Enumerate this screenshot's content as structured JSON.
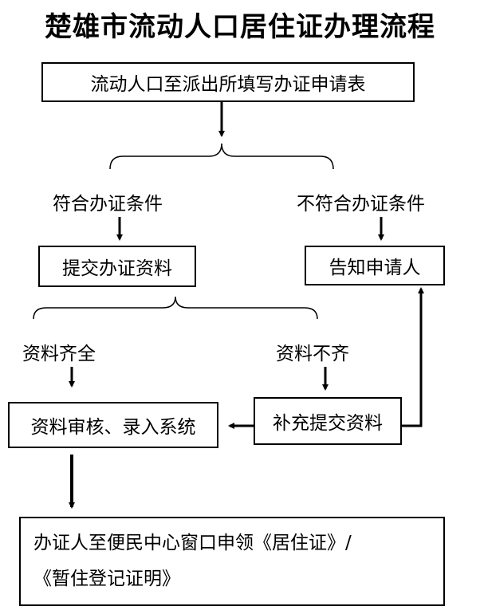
{
  "title": "楚雄市流动人口居住证办理流程",
  "steps": {
    "fill_form": "流动人口至派出所填写办证申请表",
    "meets": "符合办证条件",
    "not_meets": "不符合办证条件",
    "submit": "提交办证资料",
    "notify": "告知申请人",
    "complete": "资料齐全",
    "incomplete": "资料不齐",
    "review": "资料审核、录入系统",
    "supplement": "补充提交资料",
    "final_line1": "办证人至便民中心窗口申领《居住证》/",
    "final_line2": "《暂住登记证明》"
  }
}
